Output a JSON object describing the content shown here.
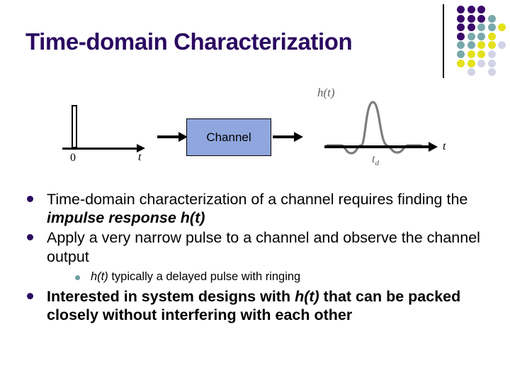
{
  "slide": {
    "title": "Time-domain Characterization",
    "accent_color": "#2b0a60",
    "sub_bullet_color": "#6f9ea0"
  },
  "decoration": {
    "name": "dot-grid",
    "divider": true,
    "colors": {
      "purple": "#3a0a6b",
      "teal": "#7aa9ab",
      "yellow": "#e4e019",
      "lavender": "#d3d3e8"
    },
    "dots": [
      {
        "col": 0,
        "row": 0,
        "color": "#3a0a6b"
      },
      {
        "col": 1,
        "row": 0,
        "color": "#3a0a6b"
      },
      {
        "col": 2,
        "row": 0,
        "color": "#3a0a6b"
      },
      {
        "col": 0,
        "row": 1,
        "color": "#3a0a6b"
      },
      {
        "col": 1,
        "row": 1,
        "color": "#3a0a6b"
      },
      {
        "col": 2,
        "row": 1,
        "color": "#3a0a6b"
      },
      {
        "col": 3,
        "row": 1,
        "color": "#7aa9ab"
      },
      {
        "col": 0,
        "row": 2,
        "color": "#3a0a6b"
      },
      {
        "col": 1,
        "row": 2,
        "color": "#3a0a6b"
      },
      {
        "col": 2,
        "row": 2,
        "color": "#7aa9ab"
      },
      {
        "col": 3,
        "row": 2,
        "color": "#7aa9ab"
      },
      {
        "col": 4,
        "row": 2,
        "color": "#e4e019"
      },
      {
        "col": 0,
        "row": 3,
        "color": "#3a0a6b"
      },
      {
        "col": 1,
        "row": 3,
        "color": "#7aa9ab"
      },
      {
        "col": 2,
        "row": 3,
        "color": "#7aa9ab"
      },
      {
        "col": 3,
        "row": 3,
        "color": "#e4e019"
      },
      {
        "col": 0,
        "row": 4,
        "color": "#7aa9ab"
      },
      {
        "col": 1,
        "row": 4,
        "color": "#7aa9ab"
      },
      {
        "col": 2,
        "row": 4,
        "color": "#e4e019"
      },
      {
        "col": 3,
        "row": 4,
        "color": "#e4e019"
      },
      {
        "col": 4,
        "row": 4,
        "color": "#d3d3e8"
      },
      {
        "col": 0,
        "row": 5,
        "color": "#7aa9ab"
      },
      {
        "col": 1,
        "row": 5,
        "color": "#e4e019"
      },
      {
        "col": 2,
        "row": 5,
        "color": "#e4e019"
      },
      {
        "col": 3,
        "row": 5,
        "color": "#d3d3e8"
      },
      {
        "col": 0,
        "row": 6,
        "color": "#e4e019"
      },
      {
        "col": 1,
        "row": 6,
        "color": "#e4e019"
      },
      {
        "col": 2,
        "row": 6,
        "color": "#d3d3e8"
      },
      {
        "col": 3,
        "row": 6,
        "color": "#d3d3e8"
      },
      {
        "col": 1,
        "row": 7,
        "color": "#d3d3e8"
      },
      {
        "col": 3,
        "row": 7,
        "color": "#d3d3e8"
      }
    ]
  },
  "diagram": {
    "input_plot": {
      "zero_label": "0",
      "t_label": "t",
      "impulse_description": "narrow rectangular pulse at t=0"
    },
    "channel_block": {
      "label": "Channel",
      "fill_color": "#8fa7de",
      "border_color": "#000000"
    },
    "output_plot": {
      "signal_label": "h(t)",
      "delay_label_base": "t",
      "delay_label_sub": "d",
      "t_label": "t",
      "curve_color": "#7d7d7d",
      "curve_description": "delayed pulse with ringing: small negative dip, large positive peak, small negative dip"
    },
    "arrow_in": "arrow-right",
    "arrow_out": "arrow-right"
  },
  "bullets": [
    {
      "level": 1,
      "bold": false,
      "parts": [
        {
          "text": "Time-domain characterization of a channel requires finding the ",
          "style": "normal"
        },
        {
          "text": "impulse response h(t)",
          "style": "bold-italic"
        }
      ]
    },
    {
      "level": 1,
      "bold": false,
      "parts": [
        {
          "text": "Apply a very narrow pulse to a channel and observe the channel output",
          "style": "normal"
        }
      ]
    },
    {
      "level": 2,
      "bold": false,
      "parts": [
        {
          "text": "h(t)",
          "style": "italic"
        },
        {
          "text": " typically a delayed pulse with ringing",
          "style": "normal"
        }
      ]
    },
    {
      "level": 1,
      "bold": true,
      "parts": [
        {
          "text": "Interested in system designs with ",
          "style": "normal"
        },
        {
          "text": "h(t)",
          "style": "italic"
        },
        {
          "text": " that can be packed closely without interfering with each other",
          "style": "normal"
        }
      ]
    }
  ]
}
